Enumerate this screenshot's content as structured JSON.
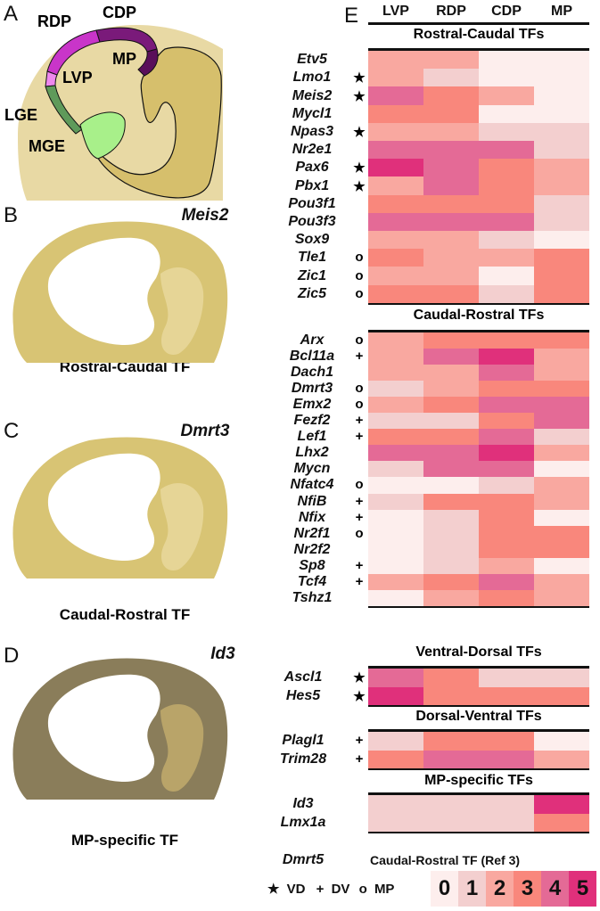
{
  "panels": {
    "A": "A",
    "B": "B",
    "C": "C",
    "D": "D",
    "E": "E"
  },
  "panel_a": {
    "regions": [
      "RDP",
      "CDP",
      "MP",
      "LVP",
      "LGE",
      "MGE"
    ],
    "region_colors": {
      "RDP": "#c935c9",
      "CDP": "#7a1a7a",
      "MP": "#5a0f5a",
      "LVP": "#ee88ee",
      "LGE": "#5f9a5a",
      "MGE": "#a8f08a"
    }
  },
  "panel_b": {
    "gene": "Meis2",
    "caption": "Rostral-Caudal TF"
  },
  "panel_c": {
    "gene": "Dmrt3",
    "caption": "Caudal-Rostral TF"
  },
  "panel_d": {
    "gene": "Id3",
    "caption": "MP-specific TF"
  },
  "heatmap": {
    "columns": [
      "LVP",
      "RDP",
      "CDP",
      "MP"
    ],
    "level_colors": [
      "#fdeeed",
      "#f3cfcf",
      "#f9a8a0",
      "#f9877c",
      "#e46a96",
      "#e0307b"
    ],
    "sections": [
      {
        "title": "Rostral-Caudal TFs",
        "rows": [
          {
            "gene": "Etv5",
            "mark": "",
            "values": [
              2,
              2,
              0,
              0
            ]
          },
          {
            "gene": "Lmo1",
            "mark": "★",
            "values": [
              2,
              1,
              0,
              0
            ]
          },
          {
            "gene": "Meis2",
            "mark": "★",
            "values": [
              4,
              3,
              2,
              0
            ]
          },
          {
            "gene": "Mycl1",
            "mark": "",
            "values": [
              3,
              3,
              0,
              0
            ]
          },
          {
            "gene": "Npas3",
            "mark": "★",
            "values": [
              2,
              2,
              1,
              1
            ]
          },
          {
            "gene": "Nr2e1",
            "mark": "",
            "values": [
              4,
              4,
              4,
              1
            ]
          },
          {
            "gene": "Pax6",
            "mark": "★",
            "values": [
              5,
              4,
              3,
              2
            ]
          },
          {
            "gene": "Pbx1",
            "mark": "★",
            "values": [
              2,
              4,
              3,
              2
            ]
          },
          {
            "gene": "Pou3f1",
            "mark": "",
            "values": [
              3,
              3,
              3,
              1
            ]
          },
          {
            "gene": "Pou3f3",
            "mark": "",
            "values": [
              4,
              4,
              4,
              1
            ]
          },
          {
            "gene": "Sox9",
            "mark": "",
            "values": [
              2,
              2,
              1,
              0
            ]
          },
          {
            "gene": "Tle1",
            "mark": "o",
            "values": [
              3,
              2,
              2,
              3
            ]
          },
          {
            "gene": "Zic1",
            "mark": "o",
            "values": [
              2,
              2,
              0,
              3
            ]
          },
          {
            "gene": "Zic5",
            "mark": "o",
            "values": [
              3,
              3,
              1,
              3
            ]
          }
        ]
      },
      {
        "title": "Caudal-Rostral TFs",
        "rows": [
          {
            "gene": "Arx",
            "mark": "o",
            "values": [
              2,
              3,
              3,
              3
            ]
          },
          {
            "gene": "Bcl11a",
            "mark": "+",
            "values": [
              2,
              4,
              5,
              2
            ]
          },
          {
            "gene": "Dach1",
            "mark": "",
            "values": [
              2,
              2,
              4,
              2
            ]
          },
          {
            "gene": "Dmrt3",
            "mark": "o",
            "values": [
              1,
              2,
              3,
              3
            ]
          },
          {
            "gene": "Emx2",
            "mark": "o",
            "values": [
              2,
              3,
              4,
              4
            ]
          },
          {
            "gene": "Fezf2",
            "mark": "+",
            "values": [
              1,
              1,
              3,
              4
            ]
          },
          {
            "gene": "Lef1",
            "mark": "+",
            "values": [
              3,
              3,
              4,
              1
            ]
          },
          {
            "gene": "Lhx2",
            "mark": "",
            "values": [
              4,
              4,
              5,
              2
            ]
          },
          {
            "gene": "Mycn",
            "mark": "",
            "values": [
              1,
              4,
              4,
              0
            ]
          },
          {
            "gene": "Nfatc4",
            "mark": "o",
            "values": [
              0,
              0,
              1,
              2
            ]
          },
          {
            "gene": "NfiB",
            "mark": "+",
            "values": [
              1,
              3,
              3,
              2
            ]
          },
          {
            "gene": "Nfix",
            "mark": "+",
            "values": [
              0,
              1,
              3,
              0
            ]
          },
          {
            "gene": "Nr2f1",
            "mark": "o",
            "values": [
              0,
              1,
              3,
              3
            ]
          },
          {
            "gene": "Nr2f2",
            "mark": "",
            "values": [
              0,
              1,
              3,
              3
            ]
          },
          {
            "gene": "Sp8",
            "mark": "+",
            "values": [
              0,
              1,
              2,
              0
            ]
          },
          {
            "gene": "Tcf4",
            "mark": "+",
            "values": [
              2,
              3,
              4,
              2
            ]
          },
          {
            "gene": "Tshz1",
            "mark": "",
            "values": [
              0,
              2,
              3,
              2
            ]
          }
        ]
      },
      {
        "title": "Ventral-Dorsal TFs",
        "rows": [
          {
            "gene": "Ascl1",
            "mark": "★",
            "values": [
              4,
              3,
              1,
              1
            ]
          },
          {
            "gene": "Hes5",
            "mark": "★",
            "values": [
              5,
              3,
              3,
              3
            ]
          }
        ]
      },
      {
        "title": "Dorsal-Ventral TFs",
        "rows": [
          {
            "gene": "Plagl1",
            "mark": "+",
            "values": [
              1,
              3,
              3,
              0
            ]
          },
          {
            "gene": "Trim28",
            "mark": "+",
            "values": [
              3,
              4,
              4,
              2
            ]
          }
        ]
      },
      {
        "title": "MP-specific TFs",
        "rows": [
          {
            "gene": "Id3",
            "mark": "",
            "values": [
              1,
              1,
              1,
              5
            ]
          },
          {
            "gene": "Lmx1a",
            "mark": "",
            "values": [
              1,
              1,
              1,
              3
            ]
          }
        ]
      }
    ],
    "extra_gene": "Dmrt5",
    "extra_note": "Caudal-Rostral TF (Ref 3)",
    "legend_marks": [
      {
        "symbol": "★",
        "label": "VD"
      },
      {
        "symbol": "+",
        "label": "DV"
      },
      {
        "symbol": "o",
        "label": "MP"
      }
    ],
    "legend_levels": [
      "0",
      "1",
      "2",
      "3",
      "4",
      "5"
    ]
  }
}
